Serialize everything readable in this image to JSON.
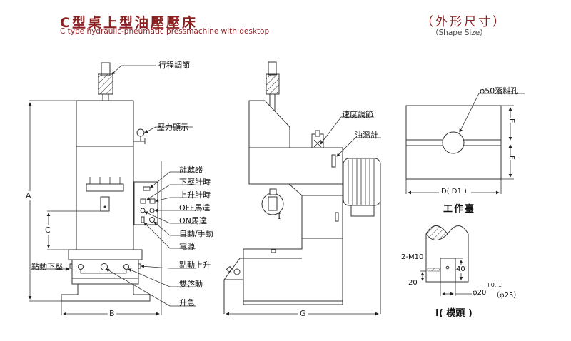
{
  "header": {
    "title_cn": "C型桌上型油壓壓床",
    "title_en": "C type hydraulic-pneumatic pressmachine with desktop",
    "shape_cn": "（外形尺寸）",
    "shape_en": "（Shape Size）"
  },
  "front_view": {
    "labels": {
      "stroke_adjust": "行程調節",
      "pressure_display": "壓力顯示",
      "counter": "計數器",
      "press_down_timer": "下壓計時",
      "rise_timer": "上升計時",
      "off_motor": "OFF馬達",
      "on_motor": "ON馬達",
      "auto_manual": "自動/手動",
      "power": "電源",
      "jog_down": "點動下壓",
      "jog_up": "點動上升",
      "dual_start": "雙啓動",
      "emergency_rise": "升急"
    },
    "dimensions": {
      "A": "A",
      "B": "B",
      "C": "C"
    }
  },
  "side_view": {
    "labels": {
      "speed_adjust": "速度調節",
      "oil_temp_gauge": "油溫計",
      "detail_marker": "I"
    },
    "dimensions": {
      "G": "G"
    }
  },
  "worktable": {
    "hole_label": "φ50落料孔",
    "dim_E": "E",
    "dim_F": "F",
    "dim_D": "D( D1 )",
    "caption": "工作臺"
  },
  "die_head": {
    "thread_label": "2-M10",
    "dim_40": "40",
    "dim_20": "20",
    "dia_label": "φ20",
    "tolerance": "+0. 1",
    "alt_dia": "（φ25）",
    "caption": "I( 模頭 )"
  }
}
